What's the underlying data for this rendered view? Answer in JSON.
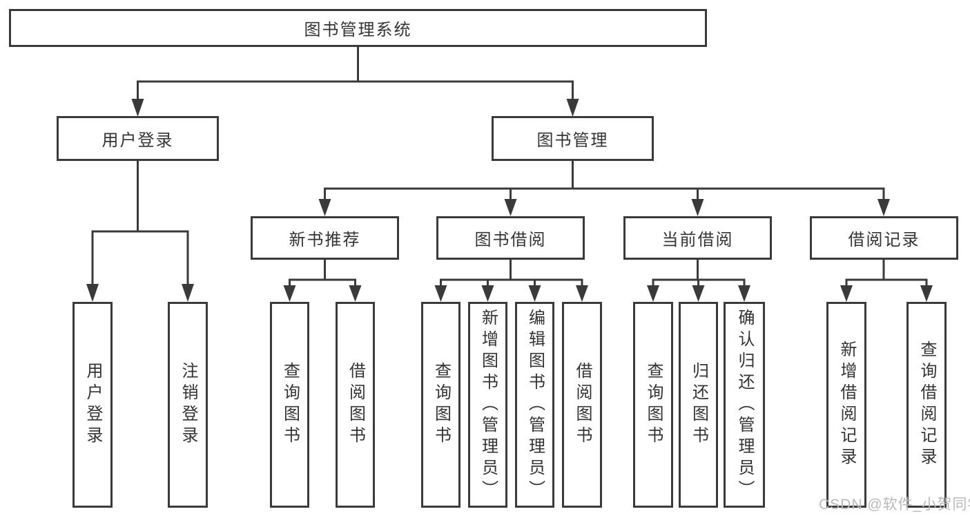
{
  "tree": {
    "root": {
      "label": "图书管理系统",
      "children": [
        {
          "label": "用户登录",
          "children": [
            {
              "label": "用户登录"
            },
            {
              "label": "注销登录"
            }
          ]
        },
        {
          "label": "图书管理",
          "children": [
            {
              "label": "新书推荐",
              "children": [
                {
                  "label": "查询图书"
                },
                {
                  "label": "借阅图书"
                }
              ]
            },
            {
              "label": "图书借阅",
              "children": [
                {
                  "label": "查询图书"
                },
                {
                  "label": "新增图书（管理员）"
                },
                {
                  "label": "编辑图书（管理员）"
                },
                {
                  "label": "借阅图书"
                }
              ]
            },
            {
              "label": "当前借阅",
              "children": [
                {
                  "label": "查询图书"
                },
                {
                  "label": "归还图书"
                },
                {
                  "label": "确认归还（管理员）"
                }
              ]
            },
            {
              "label": "借阅记录",
              "children": [
                {
                  "label": "新增借阅记录"
                },
                {
                  "label": "查询借阅记录"
                }
              ]
            }
          ]
        }
      ]
    }
  },
  "watermark": {
    "text": "CSDN @软件_小贺同学"
  },
  "colors": {
    "line": "#3a3a3a",
    "box_border": "#3a3a3a",
    "box_fill": "#ffffff",
    "label_text": "#333333",
    "watermark_text": "#b9b9b9",
    "background": "#ffffff"
  }
}
